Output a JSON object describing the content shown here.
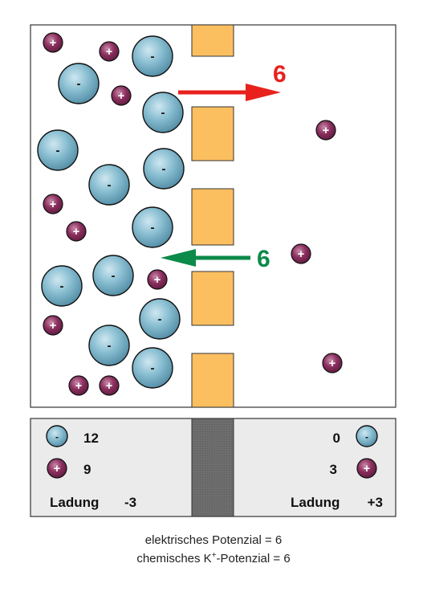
{
  "membrane": {
    "arrow_out_value": "6",
    "arrow_in_value": "6",
    "arrow_out_color": "#e8211d",
    "arrow_in_color": "#0c8a4a",
    "channel_color": "#fcbf60",
    "anion_color": "#6fa9c0",
    "cation_color": "#8a2f5e",
    "left_anions": 12,
    "left_cations": 9,
    "right_anions": 0,
    "right_cations": 3
  },
  "legend": {
    "left": {
      "anion_count": "12",
      "cation_count": "9",
      "charge_label": "Ladung",
      "charge_value": "-3"
    },
    "right": {
      "anion_count": "0",
      "cation_count": "3",
      "charge_label": "Ladung",
      "charge_value": "+3"
    },
    "anion_symbol": "-",
    "cation_symbol": "+"
  },
  "captions": {
    "electric": "elektrisches Potenzial = 6",
    "chemical_prefix": "chemisches K",
    "chemical_sup": "+",
    "chemical_suffix": "-Potenzial = 6"
  }
}
